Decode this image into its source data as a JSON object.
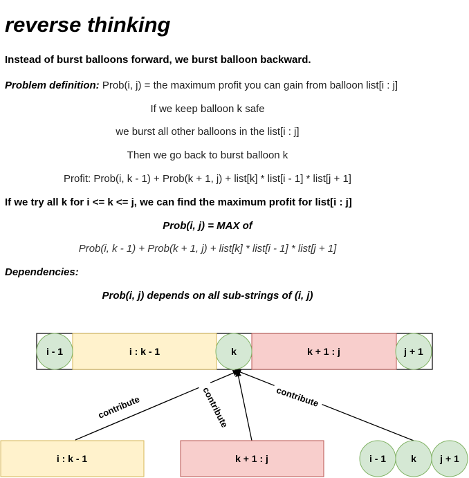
{
  "title": "reverse thinking",
  "intro": "Instead of burst balloons forward, we burst balloon backward.",
  "problem": {
    "label": "Problem definition:",
    "text": " Prob(i, j) = the maximum profit you can gain from balloon list[i : j]"
  },
  "steps": [
    "If we keep balloon k safe",
    "we burst all other balloons in the list[i : j]",
    "Then we go back to burst balloon k",
    "Profit: Prob(i, k - 1) + Prob(k + 1, j) + list[k] * list[i - 1] * list[j + 1]"
  ],
  "try_all": "If we try all k for i <= k <= j, we can find the maximum profit for list[i : j]",
  "max_of": "Prob(i, j) = MAX of",
  "formula": "Prob(i, k - 1) + Prob(k + 1, j) + list[k] * list[i - 1] * list[j + 1]",
  "dependencies": {
    "label": "Dependencies:",
    "text": "Prob(i, j) depends on all sub-strings of  (i, j)"
  },
  "diagram": {
    "top_row": {
      "left_circle": "i - 1",
      "left_range": "i : k - 1",
      "middle_circle": "k",
      "right_range": "k + 1 : j",
      "right_circle": "j + 1"
    },
    "bottom_left": "i : k - 1",
    "bottom_middle": "k + 1 : j",
    "bottom_circles": [
      "i - 1",
      "k",
      "j + 1"
    ],
    "arrow_label": "contribute"
  },
  "colors": {
    "yellow_fill": "#fff2cc",
    "yellow_stroke": "#d6b656",
    "red_fill": "#f8cecc",
    "red_stroke": "#b85450",
    "green_fill": "#d5e8d4",
    "green_stroke": "#82b366"
  }
}
